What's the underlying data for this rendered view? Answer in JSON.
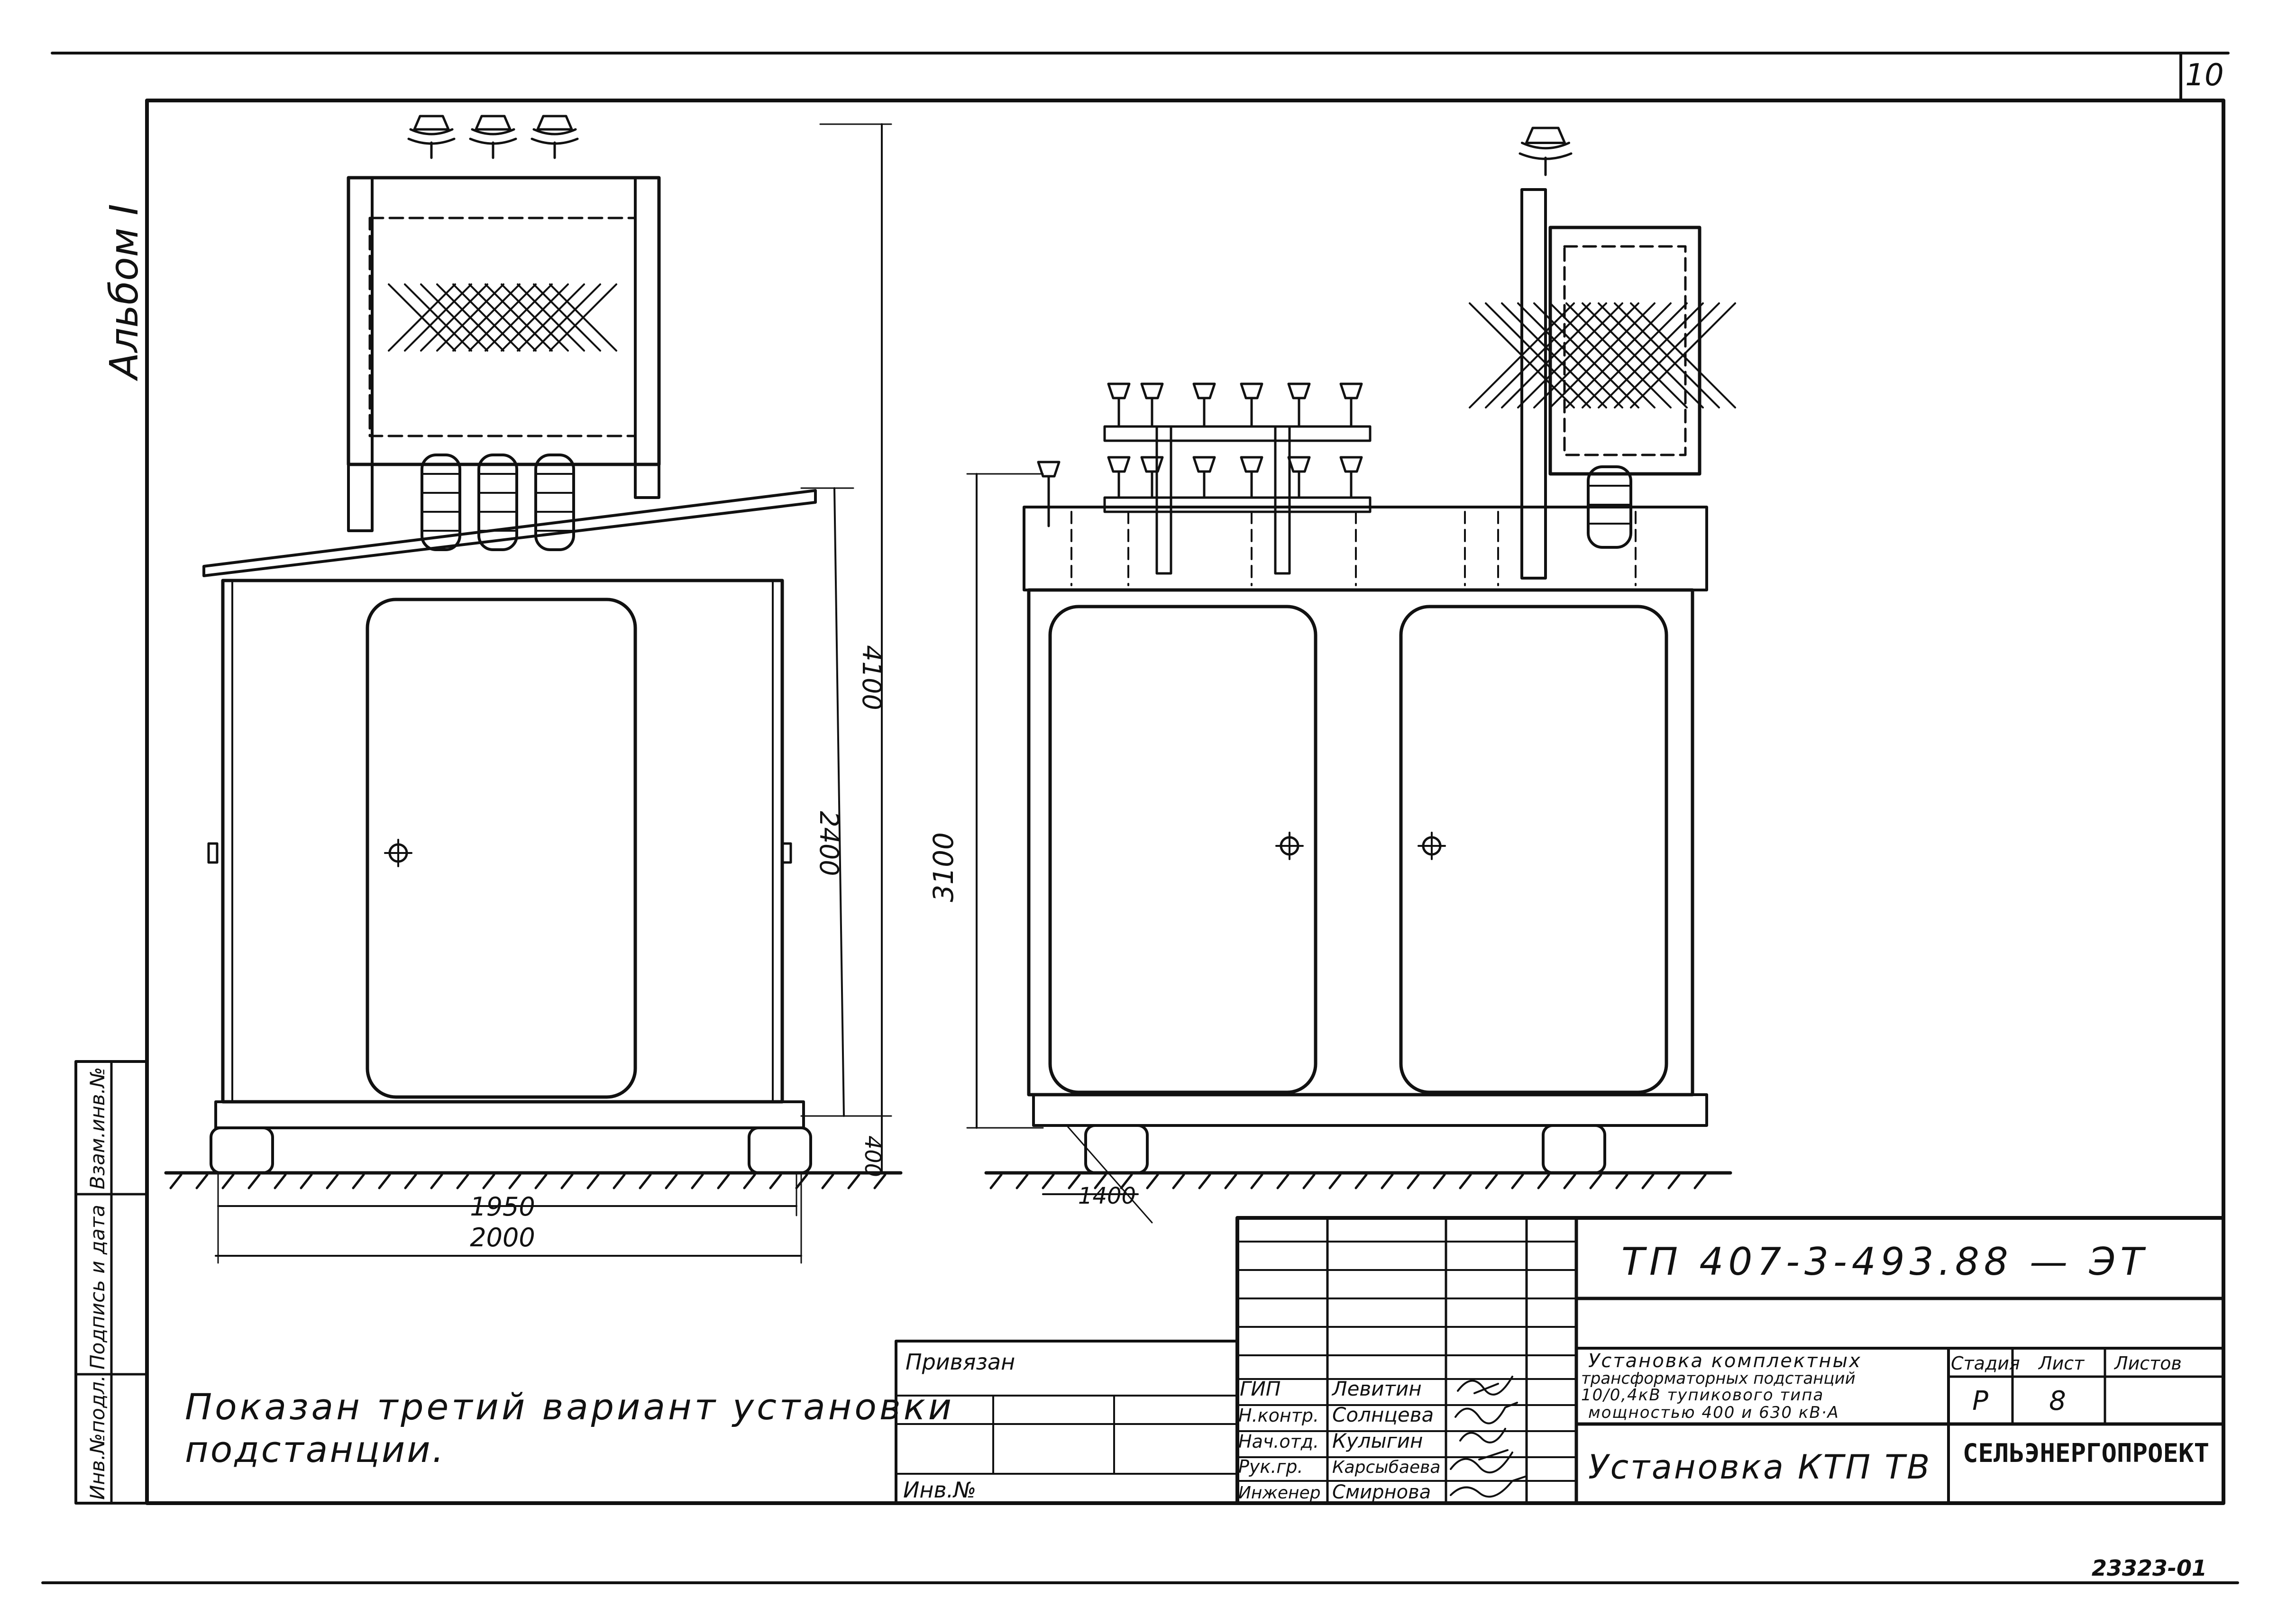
{
  "sheet": {
    "page_number": "10",
    "album_label": "Альбом I",
    "bottom_code": "23323-01"
  },
  "side_stamp": {
    "inv_podl": "Инв.№подл.",
    "podpis_data": "Подпись и дата",
    "vzam_inv": "Взам.инв.№"
  },
  "dimensions": {
    "left_total_height": "4100",
    "left_body_height": "2400",
    "left_base_height": "400",
    "left_width_inner": "1950",
    "left_width_outer": "2000",
    "right_height": "3100",
    "right_offset": "1400"
  },
  "note": {
    "line1": "Показан третий вариант установки",
    "line2": "подстанции."
  },
  "title_block": {
    "code": "ТП 407-3-493.88 — ЭТ",
    "privyazan_label": "Привязан",
    "inv_label": "Инв.№",
    "description": [
      "Установка комплектных",
      "трансформаторных подстанций",
      "10/0,4кВ тупикового типа",
      "мощностью 400 и 630 кВ·А"
    ],
    "stage_header": "Стадия",
    "sheet_header": "Лист",
    "sheets_header": "Листов",
    "stage_value": "Р",
    "sheet_value": "8",
    "sheets_value": "",
    "drawing_title": "Установка КТП ТВ",
    "organization": "СЕЛЬЭНЕРГОПРОЕКТ",
    "staff": [
      {
        "role": "ГИП",
        "name": "Левитин"
      },
      {
        "role": "Н.контр.",
        "name": "Солнцева"
      },
      {
        "role": "Нач.отд.",
        "name": "Кулыгин"
      },
      {
        "role": "Рук.гр.",
        "name": "Карсыбаева"
      },
      {
        "role": "Инженер",
        "name": "Смирнова"
      }
    ]
  }
}
